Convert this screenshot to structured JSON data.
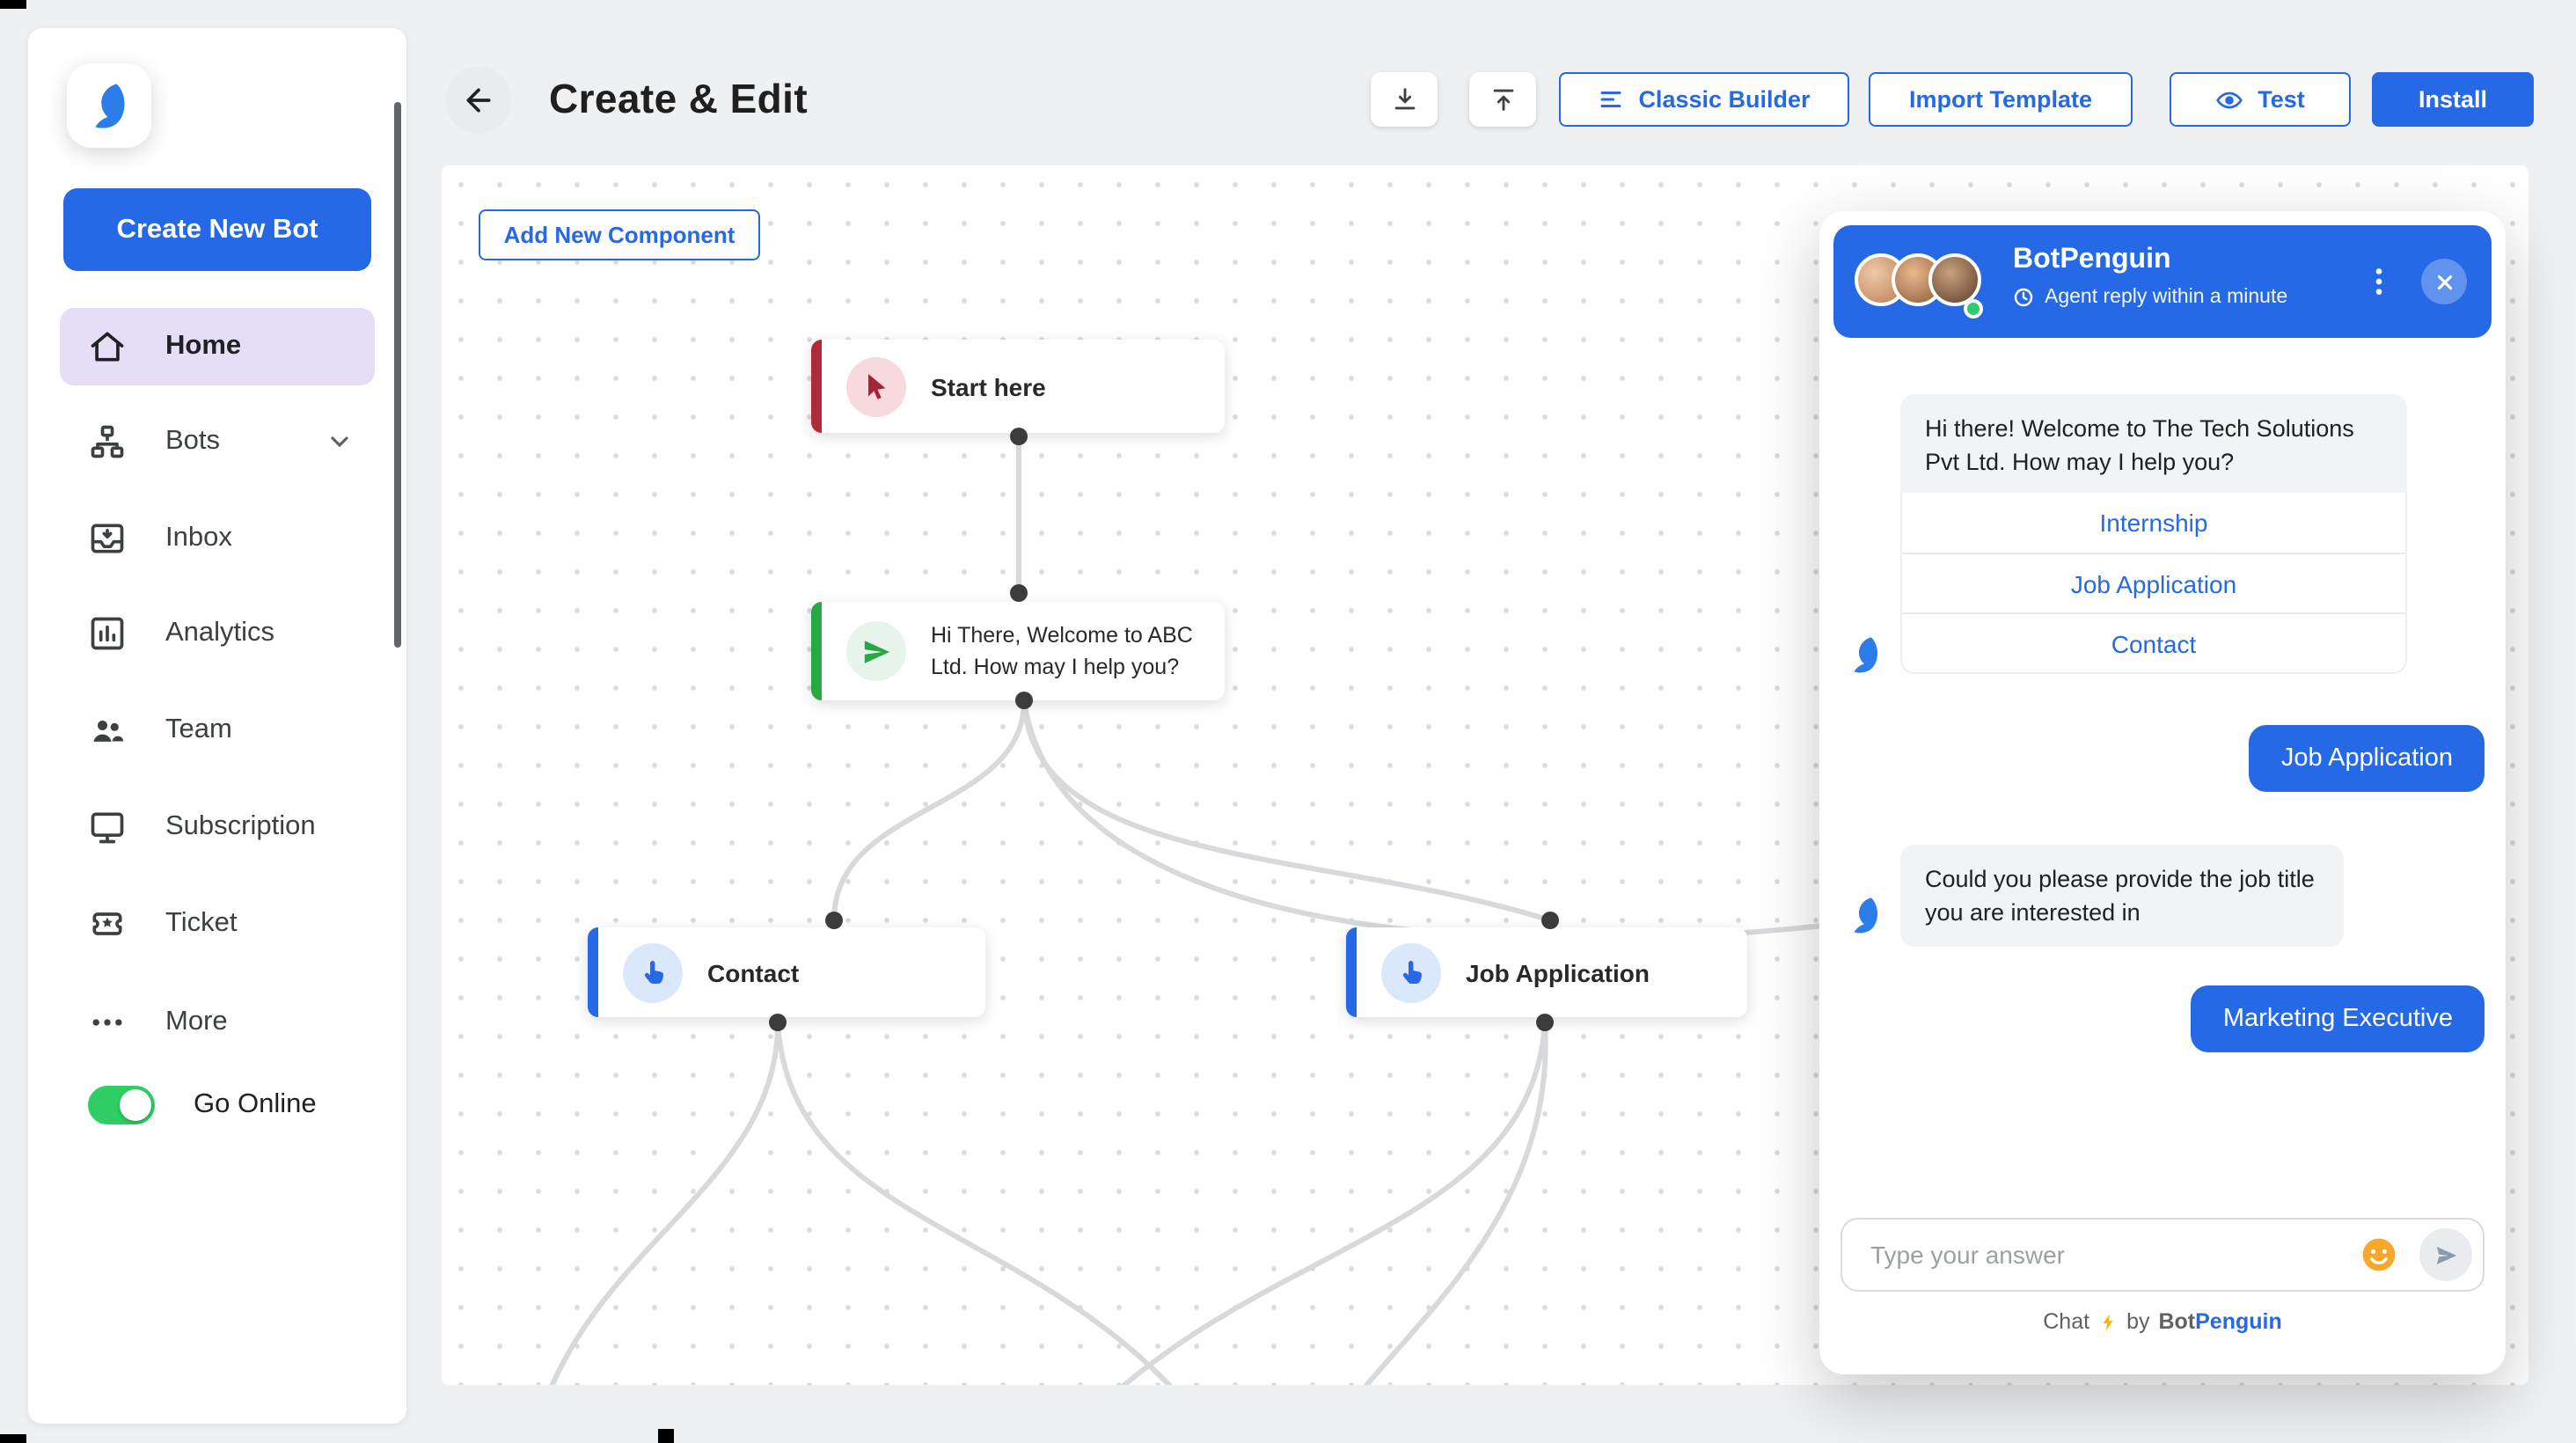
{
  "app": {
    "name": "BotPenguin"
  },
  "colors": {
    "primary_blue": "#2569e6",
    "sidebar_active": "#e5def6",
    "toggle_green": "#2fce65",
    "node_red_accent": "#b02a37",
    "node_green_accent": "#28a745",
    "node_blue_accent": "#2569e6",
    "emoji_orange": "#f7a72c",
    "bolt_yellow": "#f7b500",
    "presence_green": "#2ecc71"
  },
  "icons": {
    "logo": "penguin-icon",
    "nav": [
      "home-icon",
      "bots-icon",
      "inbox-icon",
      "analytics-icon",
      "team-icon",
      "subscription-icon",
      "ticket-icon",
      "more-icon"
    ],
    "header": [
      "back-arrow-icon",
      "download-icon",
      "upload-icon",
      "sliders-icon",
      "eye-icon"
    ],
    "nodes": [
      "cursor-icon",
      "send-icon",
      "hand-click-icon",
      "hand-click-icon"
    ],
    "chat": [
      "clock-icon",
      "kebab-icon",
      "close-icon",
      "smiley-icon",
      "paper-plane-icon",
      "lightning-icon"
    ]
  },
  "sidebar": {
    "create_bot_label": "Create New Bot",
    "items": [
      {
        "label": "Home",
        "active": true
      },
      {
        "label": "Bots",
        "has_dropdown": true
      },
      {
        "label": "Inbox"
      },
      {
        "label": "Analytics"
      },
      {
        "label": "Team"
      },
      {
        "label": "Subscription"
      },
      {
        "label": "Ticket"
      },
      {
        "label": "More"
      }
    ],
    "go_online": {
      "label": "Go Online",
      "enabled": true
    }
  },
  "header": {
    "title": "Create & Edit",
    "buttons": {
      "classic_builder": "Classic Builder",
      "import_template": "Import Template",
      "test": "Test",
      "install": "Install"
    }
  },
  "canvas": {
    "add_component_label": "Add New Component",
    "nodes": [
      {
        "label": "Start here",
        "type": "trigger",
        "accent": "#b02a37"
      },
      {
        "label": "Hi There, Welcome to ABC Ltd. How may I help you?",
        "type": "message",
        "accent": "#28a745"
      },
      {
        "label": "Contact",
        "type": "button",
        "accent": "#2569e6"
      },
      {
        "label": "Job Application",
        "type": "button",
        "accent": "#2569e6"
      }
    ]
  },
  "chat": {
    "title": "BotPenguin",
    "subtitle": "Agent reply within a minute",
    "messages": [
      {
        "from": "bot",
        "text": "Hi there! Welcome to The Tech Solutions Pvt Ltd. How may I help you?"
      },
      {
        "from": "user",
        "text": "Job Application"
      },
      {
        "from": "bot",
        "text": "Could you please provide the job title you are interested in"
      },
      {
        "from": "user",
        "text": "Marketing Executive"
      }
    ],
    "options": [
      "Internship",
      "Job Application",
      "Contact"
    ],
    "input_placeholder": "Type your answer",
    "footer": {
      "prefix": "Chat",
      "by": "by",
      "brand_bot": "Bot",
      "brand_penguin": "Penguin"
    }
  }
}
